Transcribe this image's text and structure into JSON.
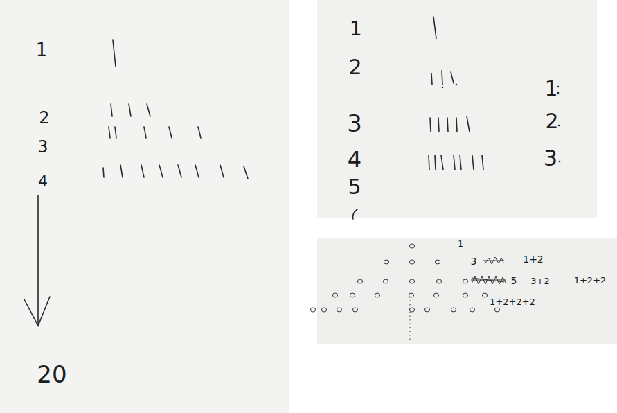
{
  "diagram": {
    "labels": [
      "1",
      "2",
      "3",
      "4",
      "20",
      "1",
      "2",
      "3",
      "4",
      "5",
      "1",
      "2",
      "3",
      "1",
      "3",
      "1+2",
      "5",
      "3+2",
      "1+2+2",
      "1+2+2+2"
    ]
  }
}
